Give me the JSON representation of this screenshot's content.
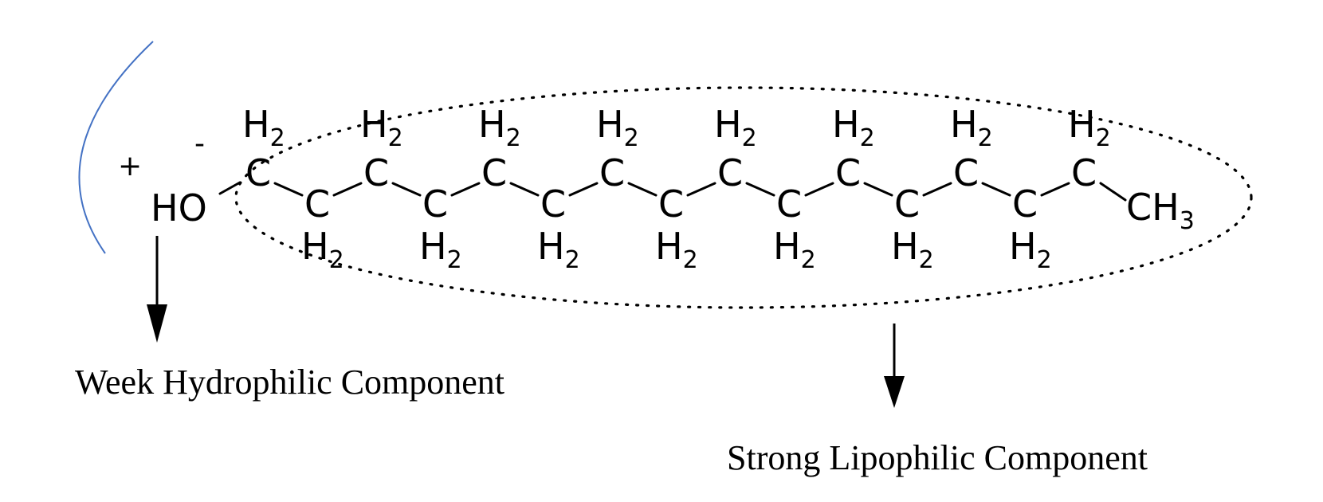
{
  "molecule": {
    "head_group": "HO",
    "charge_plus": "+",
    "charge_minus": "-",
    "chain_carbon": "C",
    "hydrogen": "H",
    "h2_subscript": "2",
    "terminal_group": "CH",
    "terminal_subscript": "3",
    "chain_length_ch2": 15
  },
  "labels": {
    "hydrophilic": "Week Hydrophilic Component",
    "lipophilic": "Strong Lipophilic Component"
  },
  "colors": {
    "ink": "#000000",
    "arc": "#4472c4"
  }
}
